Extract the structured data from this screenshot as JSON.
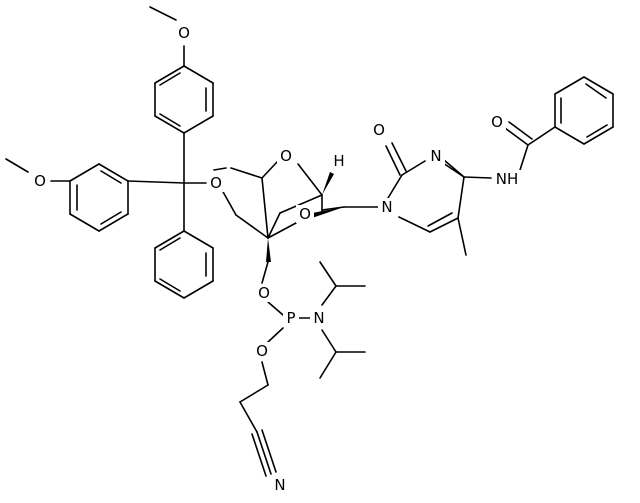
{
  "molecule": {
    "atoms": [
      {
        "id": "O_ome1",
        "label": "O"
      },
      {
        "id": "O_ome2",
        "label": "O"
      },
      {
        "id": "O_ring",
        "label": "O"
      },
      {
        "id": "O_sugar1",
        "label": "O"
      },
      {
        "id": "O_sugar2",
        "label": "O"
      },
      {
        "id": "H_anom",
        "label": "H"
      },
      {
        "id": "N1",
        "label": "N"
      },
      {
        "id": "O_c2",
        "label": "O"
      },
      {
        "id": "N3",
        "label": "N"
      },
      {
        "id": "NH",
        "label": "NH"
      },
      {
        "id": "O_bz",
        "label": "O"
      },
      {
        "id": "O_p1",
        "label": "O"
      },
      {
        "id": "P",
        "label": "P"
      },
      {
        "id": "N_p",
        "label": "N"
      },
      {
        "id": "O_p2",
        "label": "O"
      },
      {
        "id": "N_cn",
        "label": "N"
      }
    ]
  }
}
